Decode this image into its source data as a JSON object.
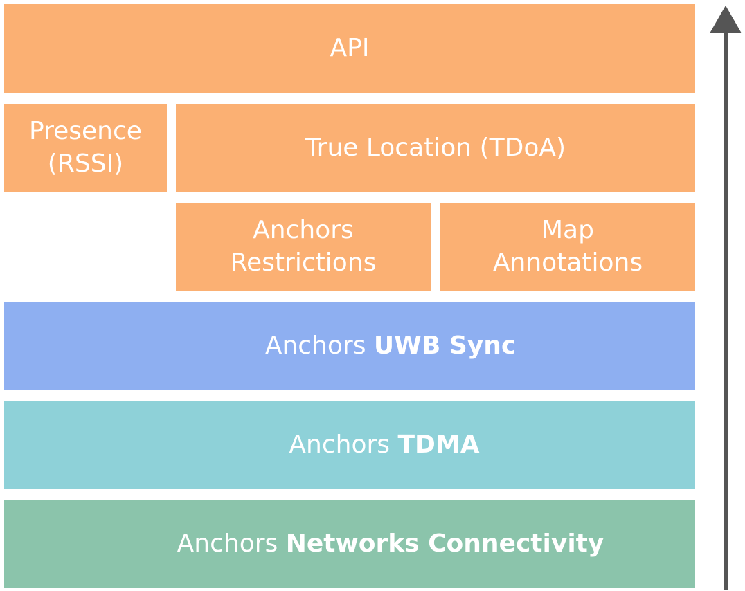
{
  "layers": {
    "api": "API",
    "presence": {
      "line1": "Presence",
      "line2": "(RSSI)"
    },
    "true_location": "True Location (TDoA)",
    "anchors_restrictions": {
      "line1": "Anchors",
      "line2": "Restrictions"
    },
    "map_annotations": {
      "line1": "Map",
      "line2": "Annotations"
    },
    "uwb_sync": {
      "prefix": "Anchors",
      "bold": "UWB Sync"
    },
    "tdma": {
      "prefix": "Anchors",
      "bold": "TDMA"
    },
    "network_connectivity": {
      "prefix": "Anchors",
      "bold": "Networks Connectivity"
    }
  },
  "colors": {
    "application_layer": "#fbb073",
    "sync_layer": "#8eaff1",
    "tdma_layer": "#8ed1d8",
    "network_layer": "#8bc4ab",
    "arrow": "#555555"
  },
  "arrow_icon": "arrow-up-icon"
}
